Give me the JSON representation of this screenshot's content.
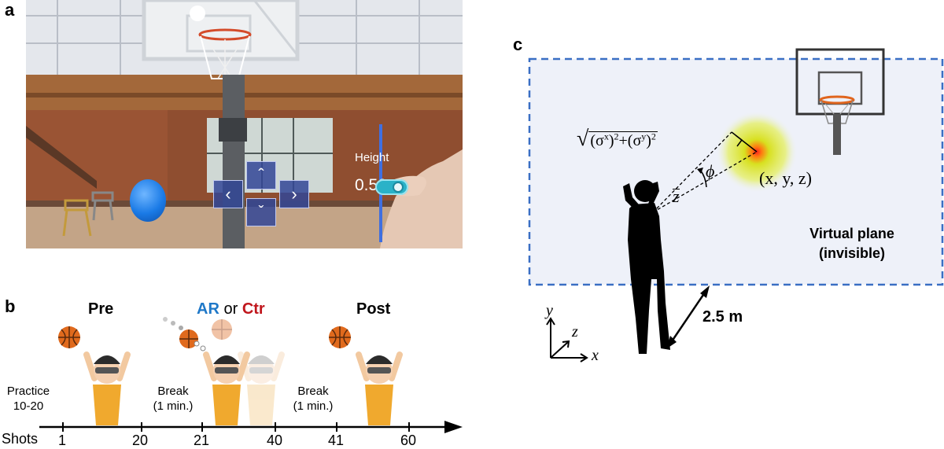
{
  "panels": {
    "a": "a",
    "b": "b",
    "c": "c"
  },
  "panel_a": {
    "height_label": "Height",
    "height_value": "0.50",
    "icons": [
      "up-arrow-icon",
      "down-arrow-icon",
      "left-arrow-icon",
      "right-arrow-icon",
      "blue-button-icon",
      "slider-handle-icon"
    ]
  },
  "panel_b": {
    "phase_pre": "Pre",
    "phase_ar": "AR",
    "phase_or": "or",
    "phase_ctr": "Ctr",
    "phase_post": "Post",
    "practice_line1": "Practice",
    "practice_line2": "10-20",
    "break1_line1": "Break",
    "break1_line2": "(1 min.)",
    "break2_line1": "Break",
    "break2_line2": "(1 min.)",
    "axis_label": "Shots",
    "ticks": [
      "1",
      "20",
      "21",
      "40",
      "41",
      "60"
    ],
    "colors": {
      "ar": "#1f78c8",
      "ctr": "#c0161c",
      "arrow": "#000000"
    }
  },
  "panel_c": {
    "sigma_formula_sigma_x": "σ",
    "sigma_formula_sup_x": "x",
    "sigma_formula_sup_y": "y",
    "phi": "ϕ",
    "zbar": "z",
    "target_point": "(x, y, z)",
    "plane_label_line1": "Virtual plane",
    "plane_label_line2": "(invisible)",
    "distance": "2.5 m",
    "axis_y": "y",
    "axis_z": "z",
    "axis_x": "x",
    "colors": {
      "plane_border": "#3a6fc4",
      "plane_fill": "#eef1f9"
    }
  }
}
